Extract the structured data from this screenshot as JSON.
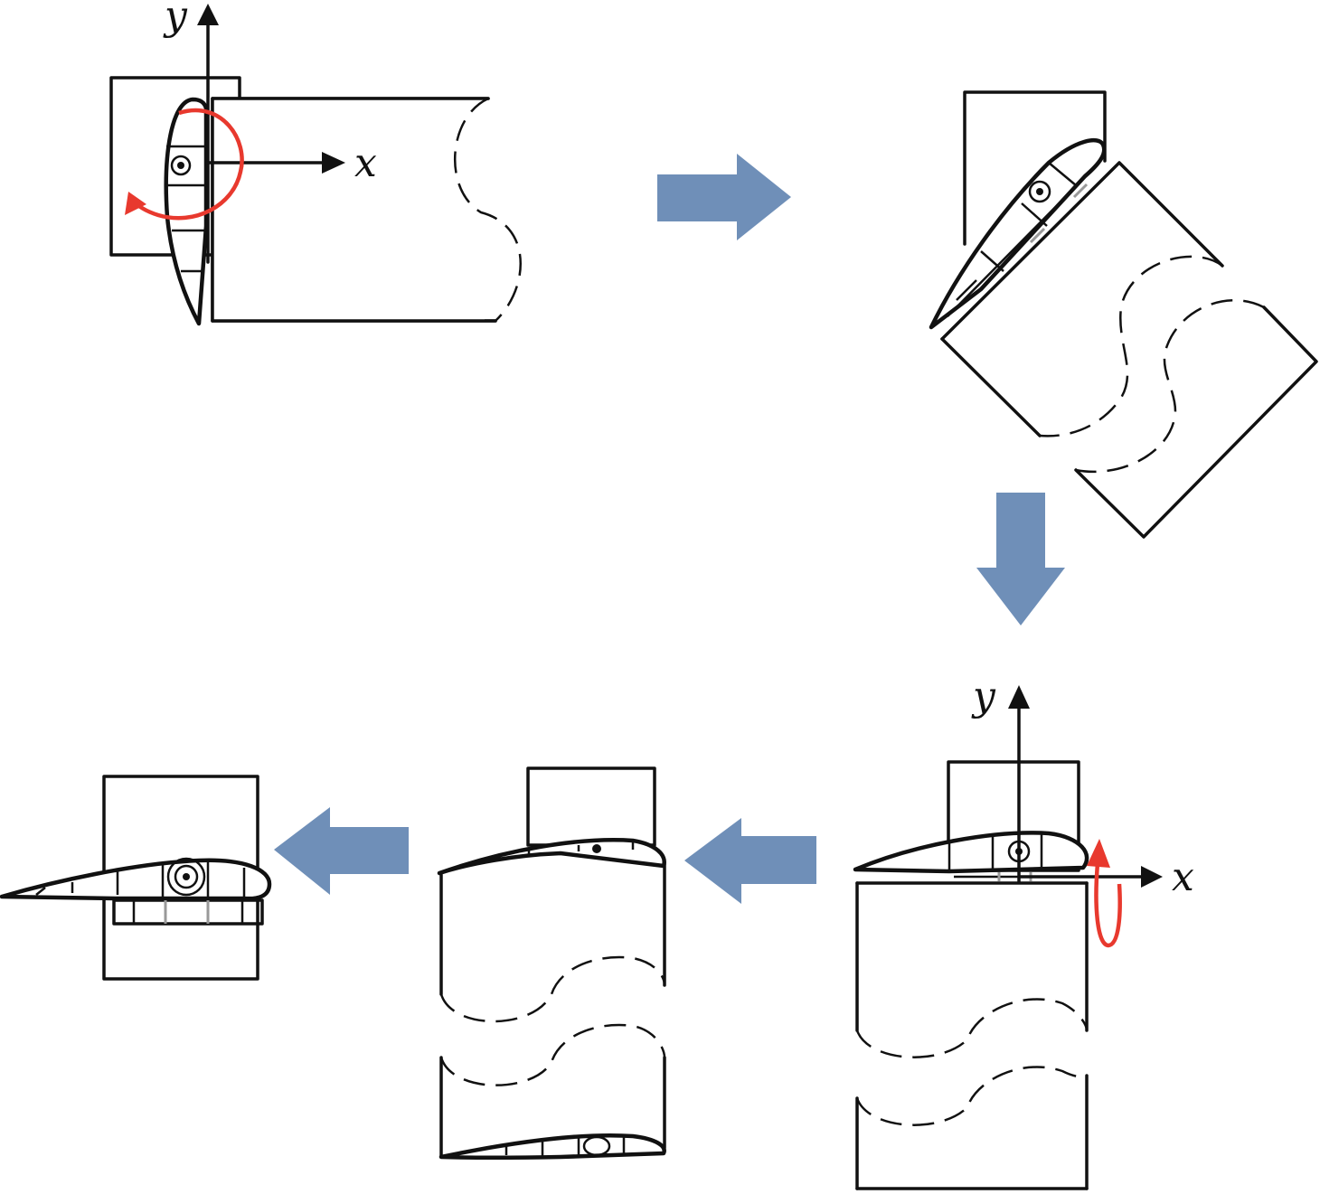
{
  "colors": {
    "stroke": "#111111",
    "arrow": "#6f8fb8",
    "rotation": "#e8392e",
    "background": "#ffffff"
  },
  "panels": [
    {
      "id": "step-1",
      "axes": {
        "x": "x",
        "y": "y"
      },
      "rotation_indicator": "circular-arrow-about-pivot"
    },
    {
      "id": "step-2"
    },
    {
      "id": "step-3",
      "axes": {
        "x": "x",
        "y": "y"
      },
      "rotation_indicator": "arrow-about-x-axis"
    },
    {
      "id": "step-4"
    },
    {
      "id": "step-5"
    }
  ],
  "flow_arrows": [
    {
      "from": "step-1",
      "to": "step-2",
      "direction": "right"
    },
    {
      "from": "step-2",
      "to": "step-3",
      "direction": "down"
    },
    {
      "from": "step-3",
      "to": "step-4",
      "direction": "left"
    },
    {
      "from": "step-4",
      "to": "step-5",
      "direction": "left"
    }
  ]
}
